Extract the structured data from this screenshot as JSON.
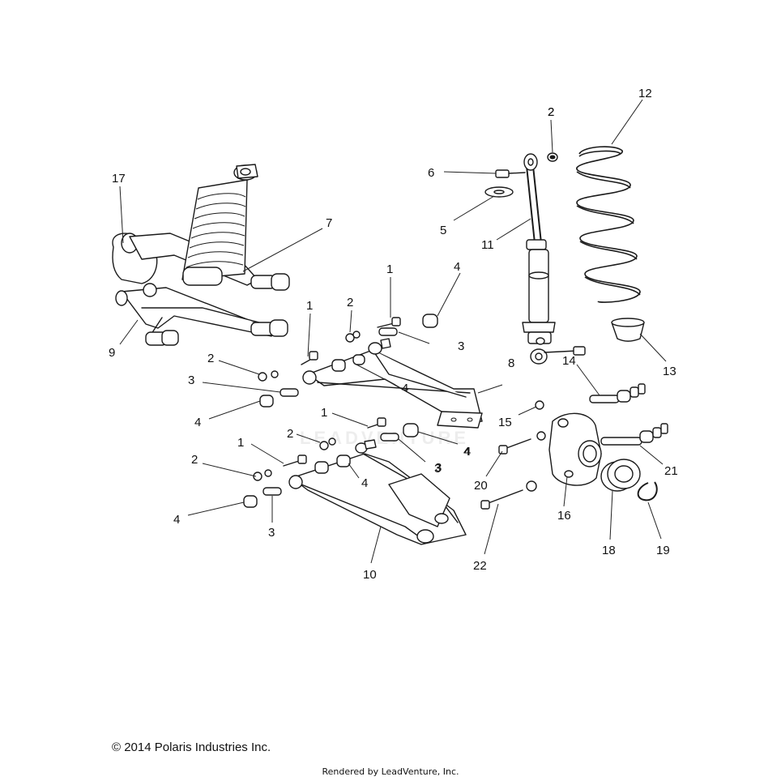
{
  "diagram": {
    "watermark": "LEADVENTURE",
    "callouts": [
      {
        "id": "c17",
        "text": "17"
      },
      {
        "id": "c7",
        "text": "7"
      },
      {
        "id": "c9",
        "text": "9"
      },
      {
        "id": "c1a",
        "text": "1"
      },
      {
        "id": "c2a",
        "text": "2"
      },
      {
        "id": "c3a",
        "text": "3"
      },
      {
        "id": "c4a",
        "text": "4"
      },
      {
        "id": "c1b",
        "text": "1"
      },
      {
        "id": "c2b",
        "text": "2"
      },
      {
        "id": "c4b",
        "text": "4"
      },
      {
        "id": "c3b",
        "text": "3"
      },
      {
        "id": "c4c",
        "text": "4"
      },
      {
        "id": "c8",
        "text": "8"
      },
      {
        "id": "c2c",
        "text": "2"
      },
      {
        "id": "c3c",
        "text": "3"
      },
      {
        "id": "c4d",
        "text": "4"
      },
      {
        "id": "c1c",
        "text": "1"
      },
      {
        "id": "c2d",
        "text": "2"
      },
      {
        "id": "c4e",
        "text": "4"
      },
      {
        "id": "c1d",
        "text": "1"
      },
      {
        "id": "c3d",
        "text": "3"
      },
      {
        "id": "c4f",
        "text": "4"
      },
      {
        "id": "c2e",
        "text": "2"
      },
      {
        "id": "c4g",
        "text": "4"
      },
      {
        "id": "c3e",
        "text": "3"
      },
      {
        "id": "c10",
        "text": "10"
      },
      {
        "id": "c2f",
        "text": "2"
      },
      {
        "id": "c6",
        "text": "6"
      },
      {
        "id": "c5",
        "text": "5"
      },
      {
        "id": "c11",
        "text": "11"
      },
      {
        "id": "c12",
        "text": "12"
      },
      {
        "id": "c13",
        "text": "13"
      },
      {
        "id": "c14",
        "text": "14"
      },
      {
        "id": "c15",
        "text": "15"
      },
      {
        "id": "c20",
        "text": "20"
      },
      {
        "id": "c16",
        "text": "16"
      },
      {
        "id": "c22",
        "text": "22"
      },
      {
        "id": "c21",
        "text": "21"
      },
      {
        "id": "c18",
        "text": "18"
      },
      {
        "id": "c19",
        "text": "19"
      }
    ]
  },
  "footer": {
    "copyright": "© 2014 Polaris Industries Inc.",
    "rendered_by": "Rendered by LeadVenture, Inc."
  }
}
